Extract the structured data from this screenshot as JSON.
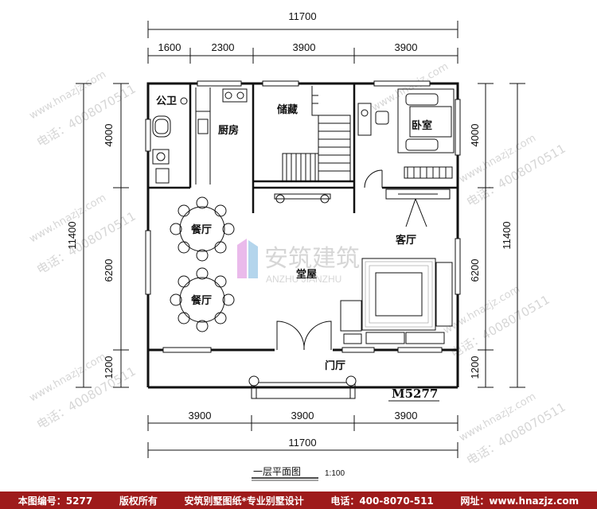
{
  "dimensions": {
    "top_total": "11700",
    "top_segments": [
      "1600",
      "2300",
      "3900",
      "3900"
    ],
    "bottom_segments": [
      "3900",
      "3900",
      "3900"
    ],
    "bottom_total": "11700",
    "left_segments": [
      "4000",
      "6200",
      "1200"
    ],
    "left_total": "11400",
    "right_segments": [
      "4000",
      "6200",
      "1200"
    ],
    "right_total": "11400"
  },
  "rooms": {
    "toilet": "公卫",
    "kitchen": "厨房",
    "storage": "储藏",
    "bedroom": "卧室",
    "dining_1": "餐厅",
    "dining_2": "餐厅",
    "living": "客厅",
    "hall": "堂屋",
    "entry": "门厅"
  },
  "watermark": {
    "brand_cn": "安筑建筑",
    "brand_en": "ANZHU JIANZHU",
    "phone_text": "电话：4008070511",
    "site_text": "www.hnazjz.com"
  },
  "plan_code": "M5277",
  "plan_title": "一层平面图",
  "scale": "1:100",
  "footer": {
    "drawing_no": "本图编号：5277",
    "copyright": "版权所有",
    "company": "安筑别墅图纸*专业别墅设计",
    "phone": "电话：400-8070-511",
    "website": "网址：www.hnazjz.com"
  }
}
